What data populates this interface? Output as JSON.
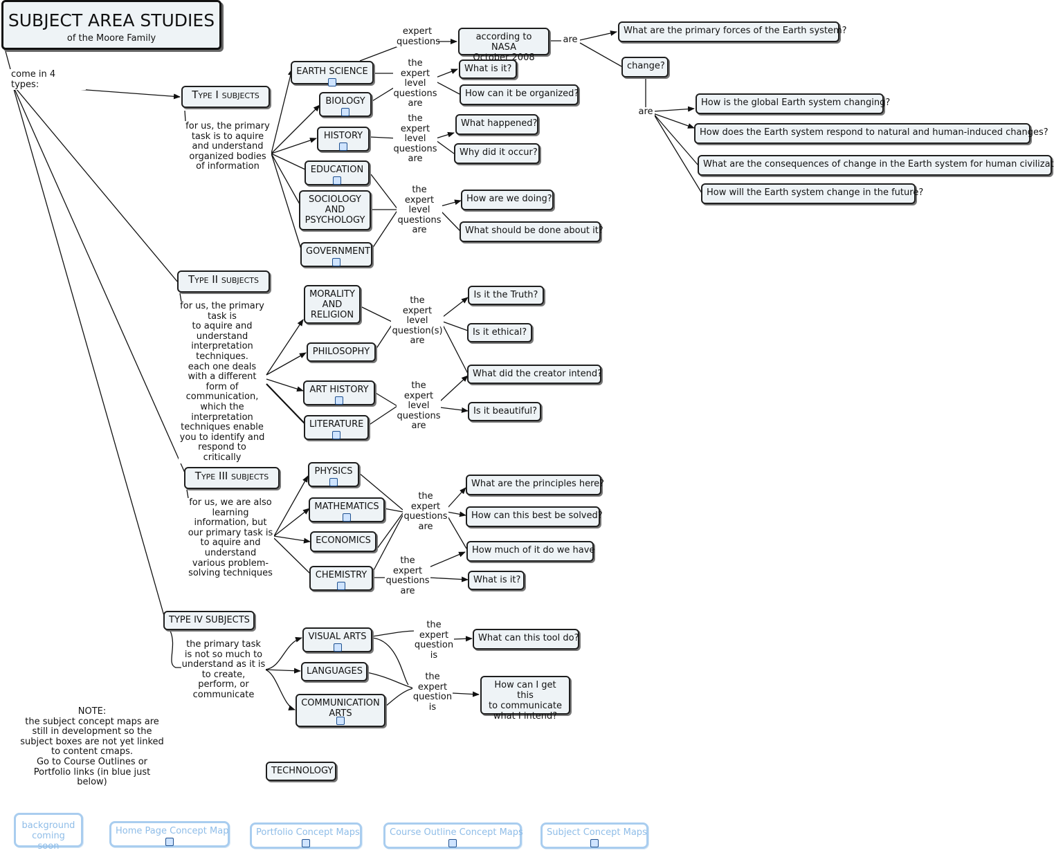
{
  "title": {
    "main": "SUBJECT AREA STUDIES",
    "sub": "of the Moore Family"
  },
  "labels": {
    "come_in_4_types": "come in 4 types:",
    "type1_desc": "for us, the primary task is to aquire and understand organized bodies of information",
    "type2_desc": "for us, the primary task is\nto aquire and understand interpretation techniques.\neach one deals with a different form of communication, which the interpretation techniques enable you to identify and respond to critically",
    "type3_desc": "for us, we are also learning information, but our primary task is to aquire and understand various problem-solving techniques",
    "type4_desc": "the primary task is not so much to understand as it is to create, perform, or communicate",
    "expert_questions": "expert\nquestions",
    "are": "are",
    "are2": "are",
    "t1_q1": "the\nexpert\nlevel\nquestions\nare",
    "t1_q2": "the\nexpert\nlevel\nquestions\nare",
    "t1_q3": "the\nexpert\nlevel\nquestions\nare",
    "t2_q1": "the\nexpert\nlevel\nquestion(s)\nare",
    "t2_q2": "the\nexpert\nlevel\nquestions\nare",
    "t3_q1": "the\nexpert\nquestions\nare",
    "t3_q2": "the\nexpert\nquestions\nare",
    "t4_q1": "the\nexpert\nquestion\nis",
    "t4_q2": "the\nexpert\nquestion\nis",
    "note": "NOTE:\nthe subject concept maps are still in development so the subject boxes are not yet linked to content cmaps.\nGo to Course Outlines or Portfolio links (in blue just below)"
  },
  "types": {
    "type1": "Type I subjects",
    "type2": "Type II subjects",
    "type3": "Type III subjects",
    "type4": "TYPE IV SUBJECTS"
  },
  "subjects": {
    "earth_science": "EARTH SCIENCE",
    "biology": "BIOLOGY",
    "history": "HISTORY",
    "education": "EDUCATION",
    "sociology": "SOCIOLOGY\nAND\nPSYCHOLOGY",
    "government": "GOVERNMENT",
    "morality": "MORALITY\nAND\nRELIGION",
    "philosophy": "PHILOSOPHY",
    "art_history": "ART HISTORY",
    "literature": "LITERATURE",
    "physics": "PHYSICS",
    "mathematics": "MATHEMATICS",
    "economics": "ECONOMICS",
    "chemistry": "CHEMISTRY",
    "visual_arts": "VISUAL ARTS",
    "languages": "LANGUAGES",
    "communication_arts": "COMMUNICATION\nARTS",
    "technology": "TECHNOLOGY"
  },
  "questions": {
    "nasa": "according to NASA\nOctober 2008",
    "forces": "What are the primary forces of the Earth system?",
    "change": "change?",
    "global_change": "How is the global Earth system changing?",
    "respond": "How does the Earth system respond to natural and human-induced changes?",
    "consequences": "What are the consequences of change in the Earth system for human civilization?",
    "future": "How will the Earth system change in the future?",
    "what_is_it": "What is it?",
    "organized": "How can it be organized?",
    "happened": "What happened?",
    "why": "Why did it occur?",
    "doing": "How are we doing?",
    "should": "What should be done about it?",
    "truth": "Is it the Truth?",
    "ethical": "Is it ethical?",
    "creator": "What did the creator intend?",
    "beautiful": "Is it beautiful?",
    "principles": "What are the principles here?",
    "solved": "How can this best be solved?",
    "how_much": "How much of it do we have",
    "what_is_it2": "What is it?",
    "tool": "What can this tool do?",
    "communicate": "How can I get this\nto communicate\nwhat I intend?"
  },
  "links": {
    "background": "background\ncoming soon",
    "home": "Home Page Concept Map",
    "portfolio": "Portfolio Concept Maps",
    "course": "Course Outline Concept Maps",
    "subject": "Subject Concept Maps"
  },
  "colors": {
    "node_fill": "#eef3f6",
    "link_blue": "#a9cdef",
    "link_text": "#8fbde8",
    "border": "#1e1e1e"
  }
}
